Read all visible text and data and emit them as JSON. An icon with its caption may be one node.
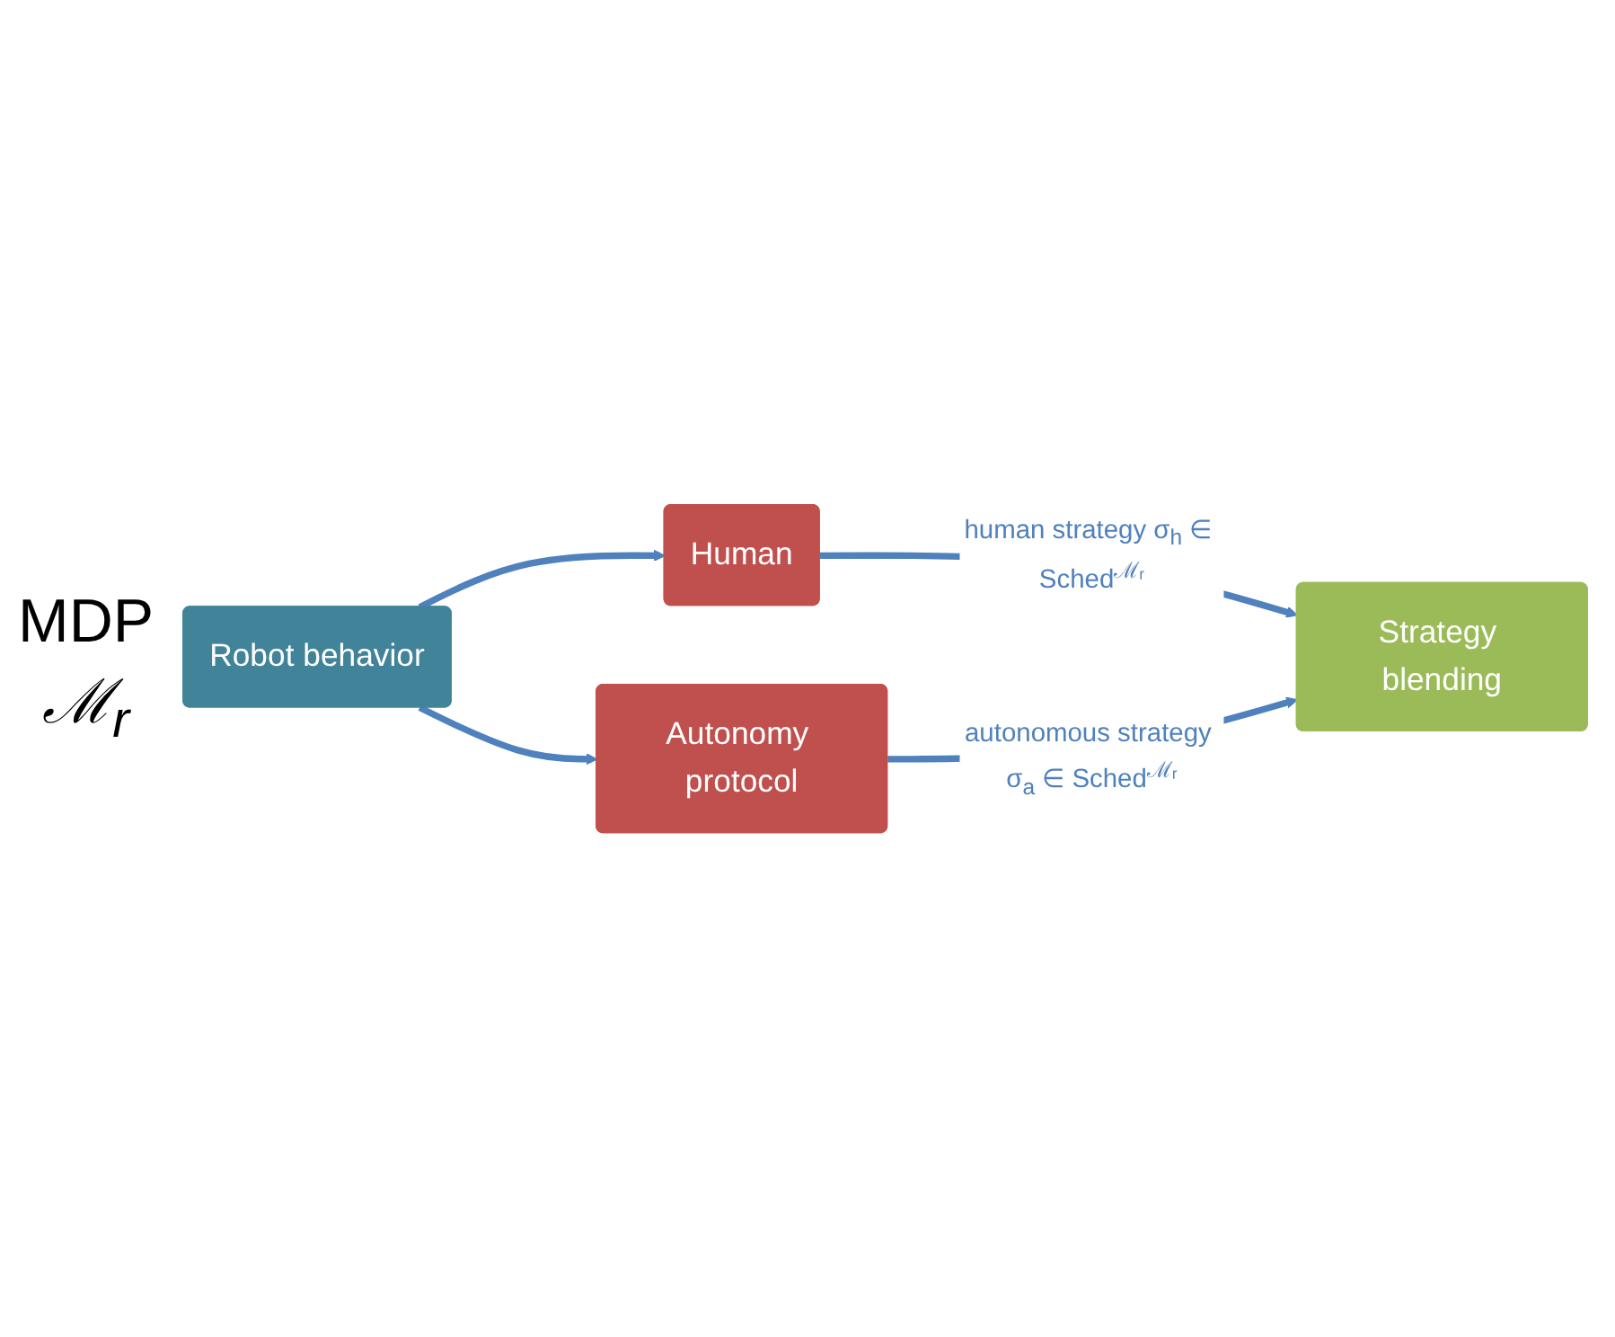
{
  "diagram": {
    "nodes": [
      {
        "text": [
          "Human"
        ]
      },
      {
        "text": [
          "Robot behavior"
        ],
        "beside": [
          "MDP",
          "ℳ$_{r}$"
        ]
      },
      {
        "text": [
          "Autonomy protocol"
        ]
      },
      {
        "text": [
          "Strategy blending"
        ]
      }
    ],
    "edges": [
      {
        "from": 1,
        "to": 0,
        "arrow": "to"
      },
      {
        "from": 1,
        "to": 2,
        "arrow": "to"
      },
      {
        "from": 0,
        "to": 3,
        "arrow": "to",
        "label": "human strategy σ$_{h}$ ∈ Sched$^{ℳᵣ}$"
      },
      {
        "from": 2,
        "to": 3,
        "arrow": "to",
        "label": "autonomous strategy σ$_{a}$ ∈ Sched$^{ℳᵣ}$"
      }
    ]
  }
}
